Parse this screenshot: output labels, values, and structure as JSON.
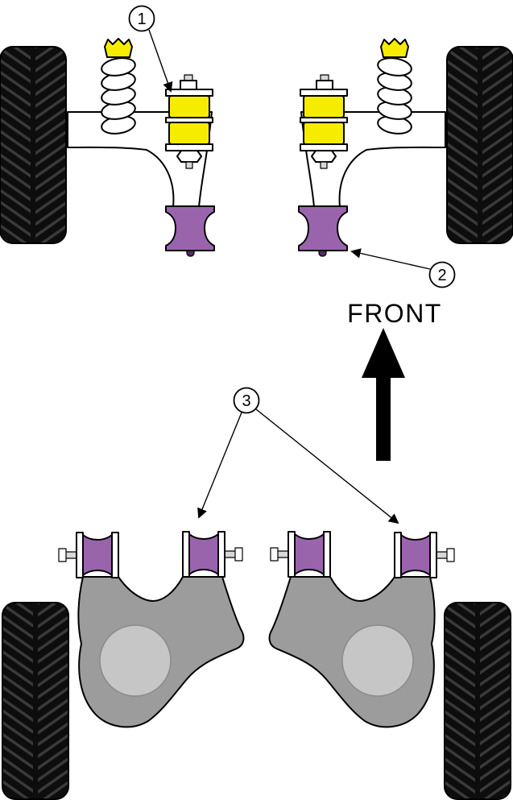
{
  "diagram": {
    "front_label": "FRONT",
    "callouts": [
      {
        "label": "1"
      },
      {
        "label": "2"
      },
      {
        "label": "3"
      }
    ],
    "colors": {
      "yellow": "#f5ec00",
      "purple": "#9a64ad",
      "purple_dark": "#502d60",
      "arm_gray": "#9c9c9c",
      "hole_gray": "#c6c6c6",
      "tire": "#0d0d0d"
    }
  }
}
